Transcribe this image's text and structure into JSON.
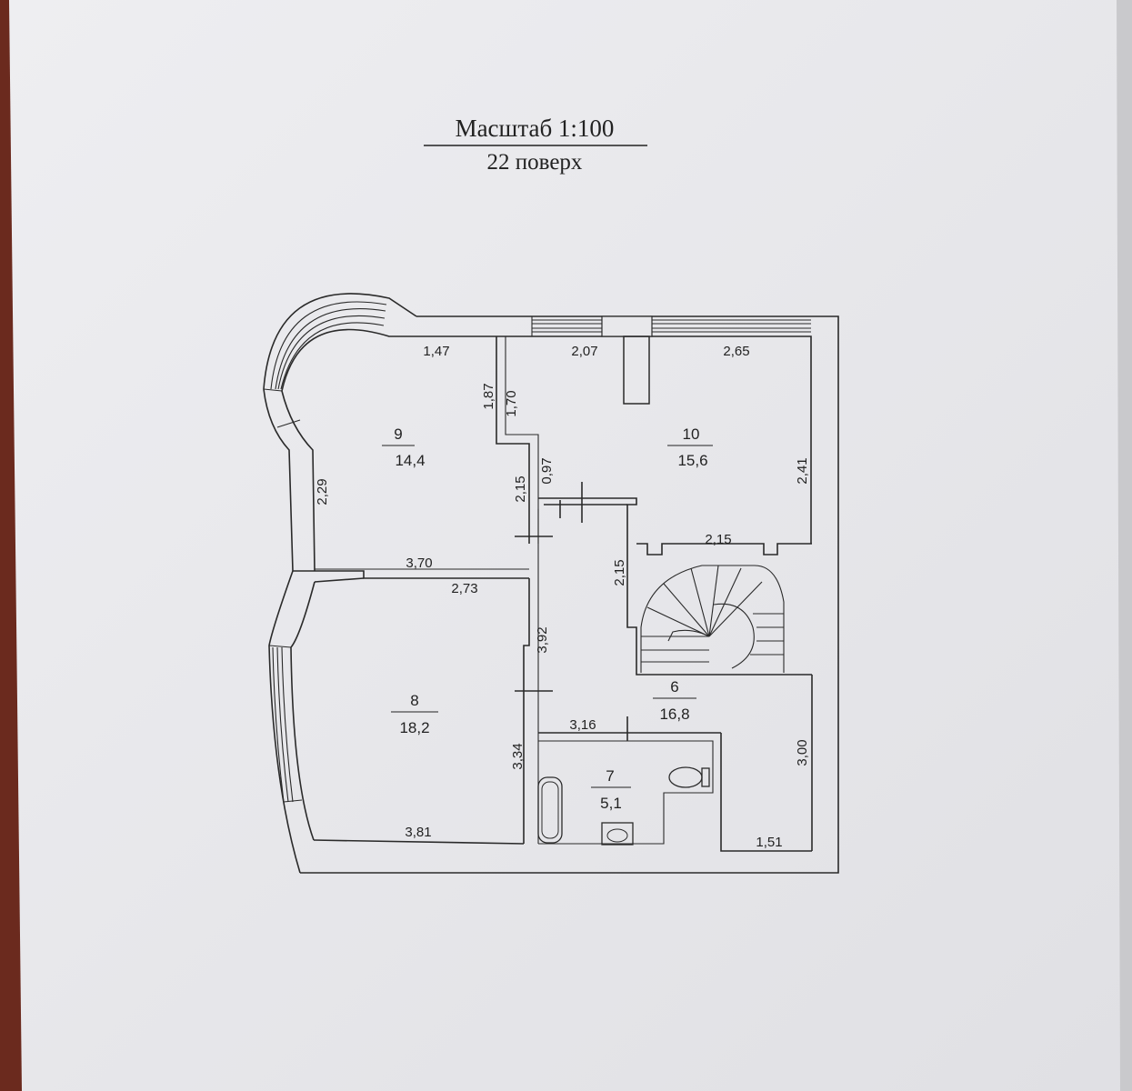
{
  "header": {
    "scale": "Масштаб 1:100",
    "floor": "22 поверх"
  },
  "rooms": [
    {
      "number": "9",
      "area": "14,4"
    },
    {
      "number": "10",
      "area": "15,6"
    },
    {
      "number": "8",
      "area": "18,2"
    },
    {
      "number": "6",
      "area": "16,8"
    },
    {
      "number": "7",
      "area": "5,1"
    }
  ],
  "dimensions": {
    "d147": "1,47",
    "d207": "2,07",
    "d265": "2,65",
    "d187": "1,87",
    "d170": "1,70",
    "d097": "0,97",
    "d229": "2,29",
    "d215a": "2,15",
    "d241": "2,41",
    "d215b": "2,15",
    "d370": "3,70",
    "d215c": "2,15",
    "d273": "2,73",
    "d392": "3,92",
    "d316": "3,16",
    "d334": "3,34",
    "d300": "3,00",
    "d381": "3,81",
    "d151": "1,51"
  },
  "colors": {
    "paper": "#e9e9ec",
    "ink": "#2a2a2a",
    "background": "#6b2a1e"
  }
}
